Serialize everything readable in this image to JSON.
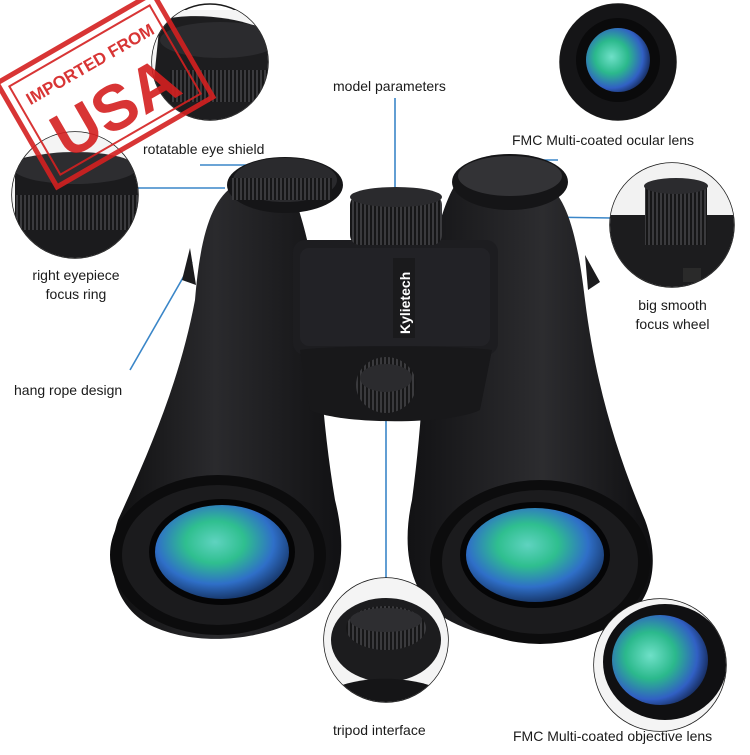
{
  "stamp": {
    "top_text": "IMPORTED FROM",
    "main_text": "USA",
    "color": "#d42020"
  },
  "brand": {
    "name": "Kylietech"
  },
  "labels": {
    "eye_shield": "rotatable eye shield",
    "model_parameters": "model parameters",
    "ocular_lens": "FMC Multi-coated ocular lens",
    "eyepiece_line1": "right eyepiece",
    "eyepiece_line2": "focus ring",
    "focus_wheel_line1": "big smooth",
    "focus_wheel_line2": "focus wheel",
    "hang_rope": "hang rope design",
    "tripod": "tripod interface",
    "objective_lens": "FMC Multi-coated objective lens"
  },
  "colors": {
    "body": "#1c1c1e",
    "body_highlight": "#3a3a3d",
    "lens_green": "#2fbf8f",
    "lens_blue": "#3b6fd8",
    "callout_line": "#3a86c8"
  }
}
